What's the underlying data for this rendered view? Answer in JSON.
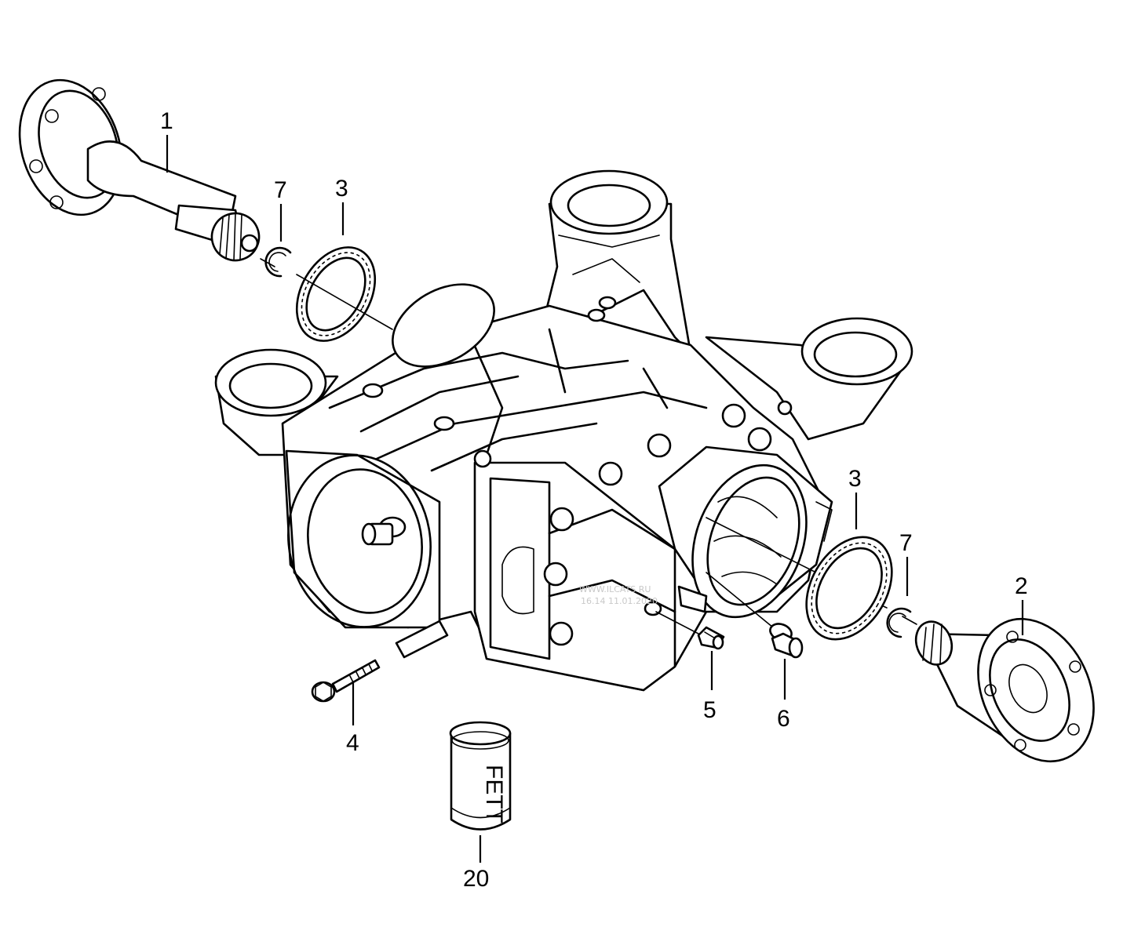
{
  "callouts": {
    "c1": "1",
    "c2": "2",
    "c3a": "3",
    "c3b": "3",
    "c4": "4",
    "c5": "5",
    "c6": "6",
    "c7a": "7",
    "c7b": "7",
    "c20": "20"
  },
  "can_label": "FETT",
  "watermark": {
    "line1": "WWW.ILCATS.RU",
    "line2": "16.14 11.01.2020"
  },
  "colors": {
    "ink": "#000000",
    "paper": "#ffffff",
    "watermark": "#c9c9c9"
  }
}
